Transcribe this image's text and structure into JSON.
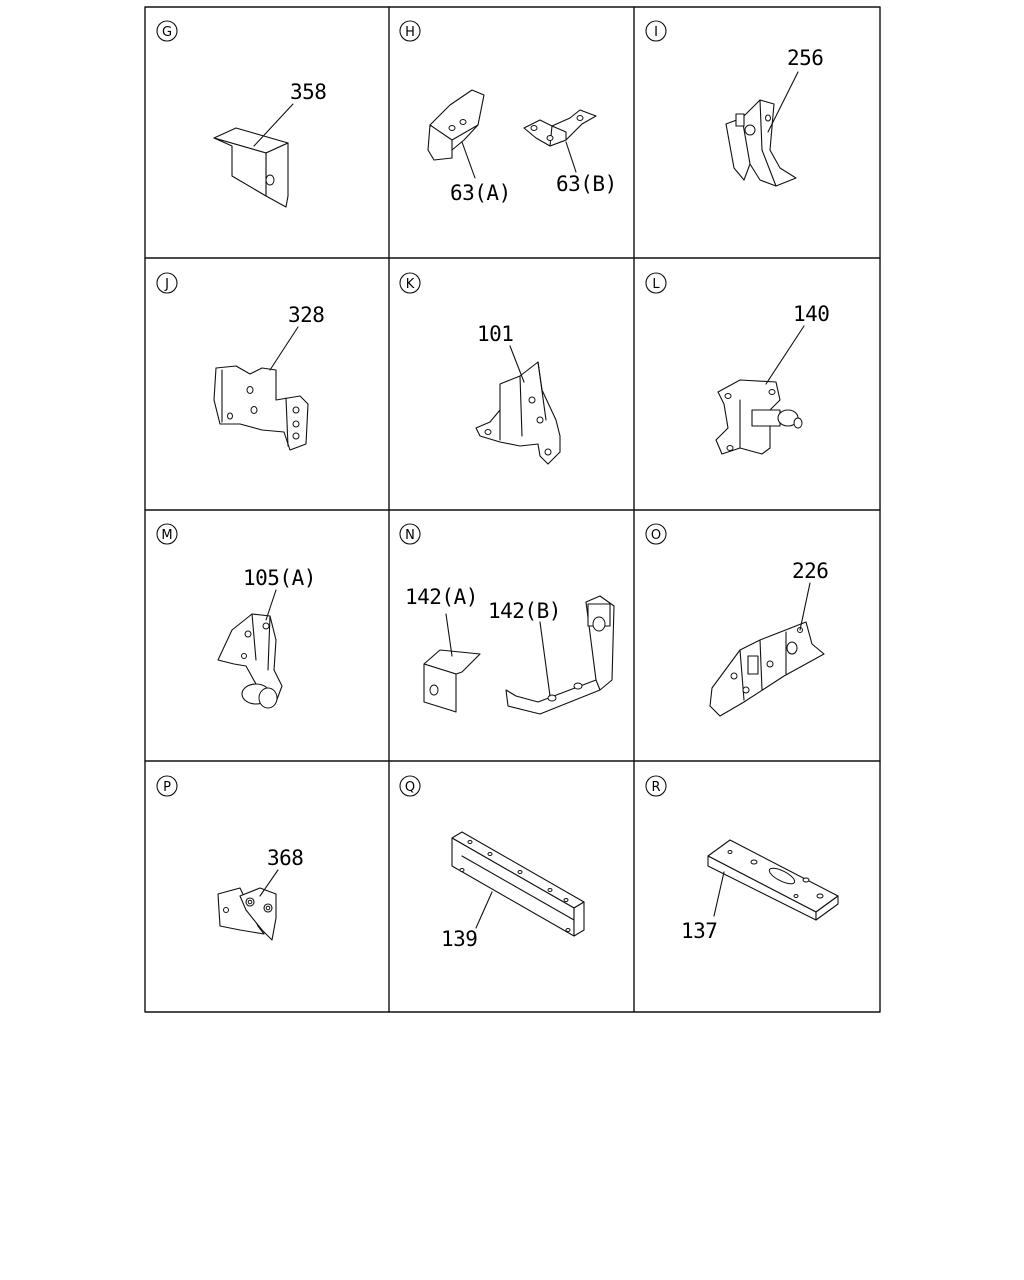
{
  "cells": [
    {
      "letter": "G",
      "parts": [
        {
          "label": "358"
        }
      ]
    },
    {
      "letter": "H",
      "parts": [
        {
          "label": "63(A)"
        },
        {
          "label": "63(B)"
        }
      ]
    },
    {
      "letter": "I",
      "parts": [
        {
          "label": "256"
        }
      ]
    },
    {
      "letter": "J",
      "parts": [
        {
          "label": "328"
        }
      ]
    },
    {
      "letter": "K",
      "parts": [
        {
          "label": "101"
        }
      ]
    },
    {
      "letter": "L",
      "parts": [
        {
          "label": "140"
        }
      ]
    },
    {
      "letter": "M",
      "parts": [
        {
          "label": "105(A)"
        }
      ]
    },
    {
      "letter": "N",
      "parts": [
        {
          "label": "142(A)"
        },
        {
          "label": "142(B)"
        }
      ]
    },
    {
      "letter": "O",
      "parts": [
        {
          "label": "226"
        }
      ]
    },
    {
      "letter": "P",
      "parts": [
        {
          "label": "368"
        }
      ]
    },
    {
      "letter": "Q",
      "parts": [
        {
          "label": "139"
        }
      ]
    },
    {
      "letter": "R",
      "parts": [
        {
          "label": "137"
        }
      ]
    }
  ]
}
